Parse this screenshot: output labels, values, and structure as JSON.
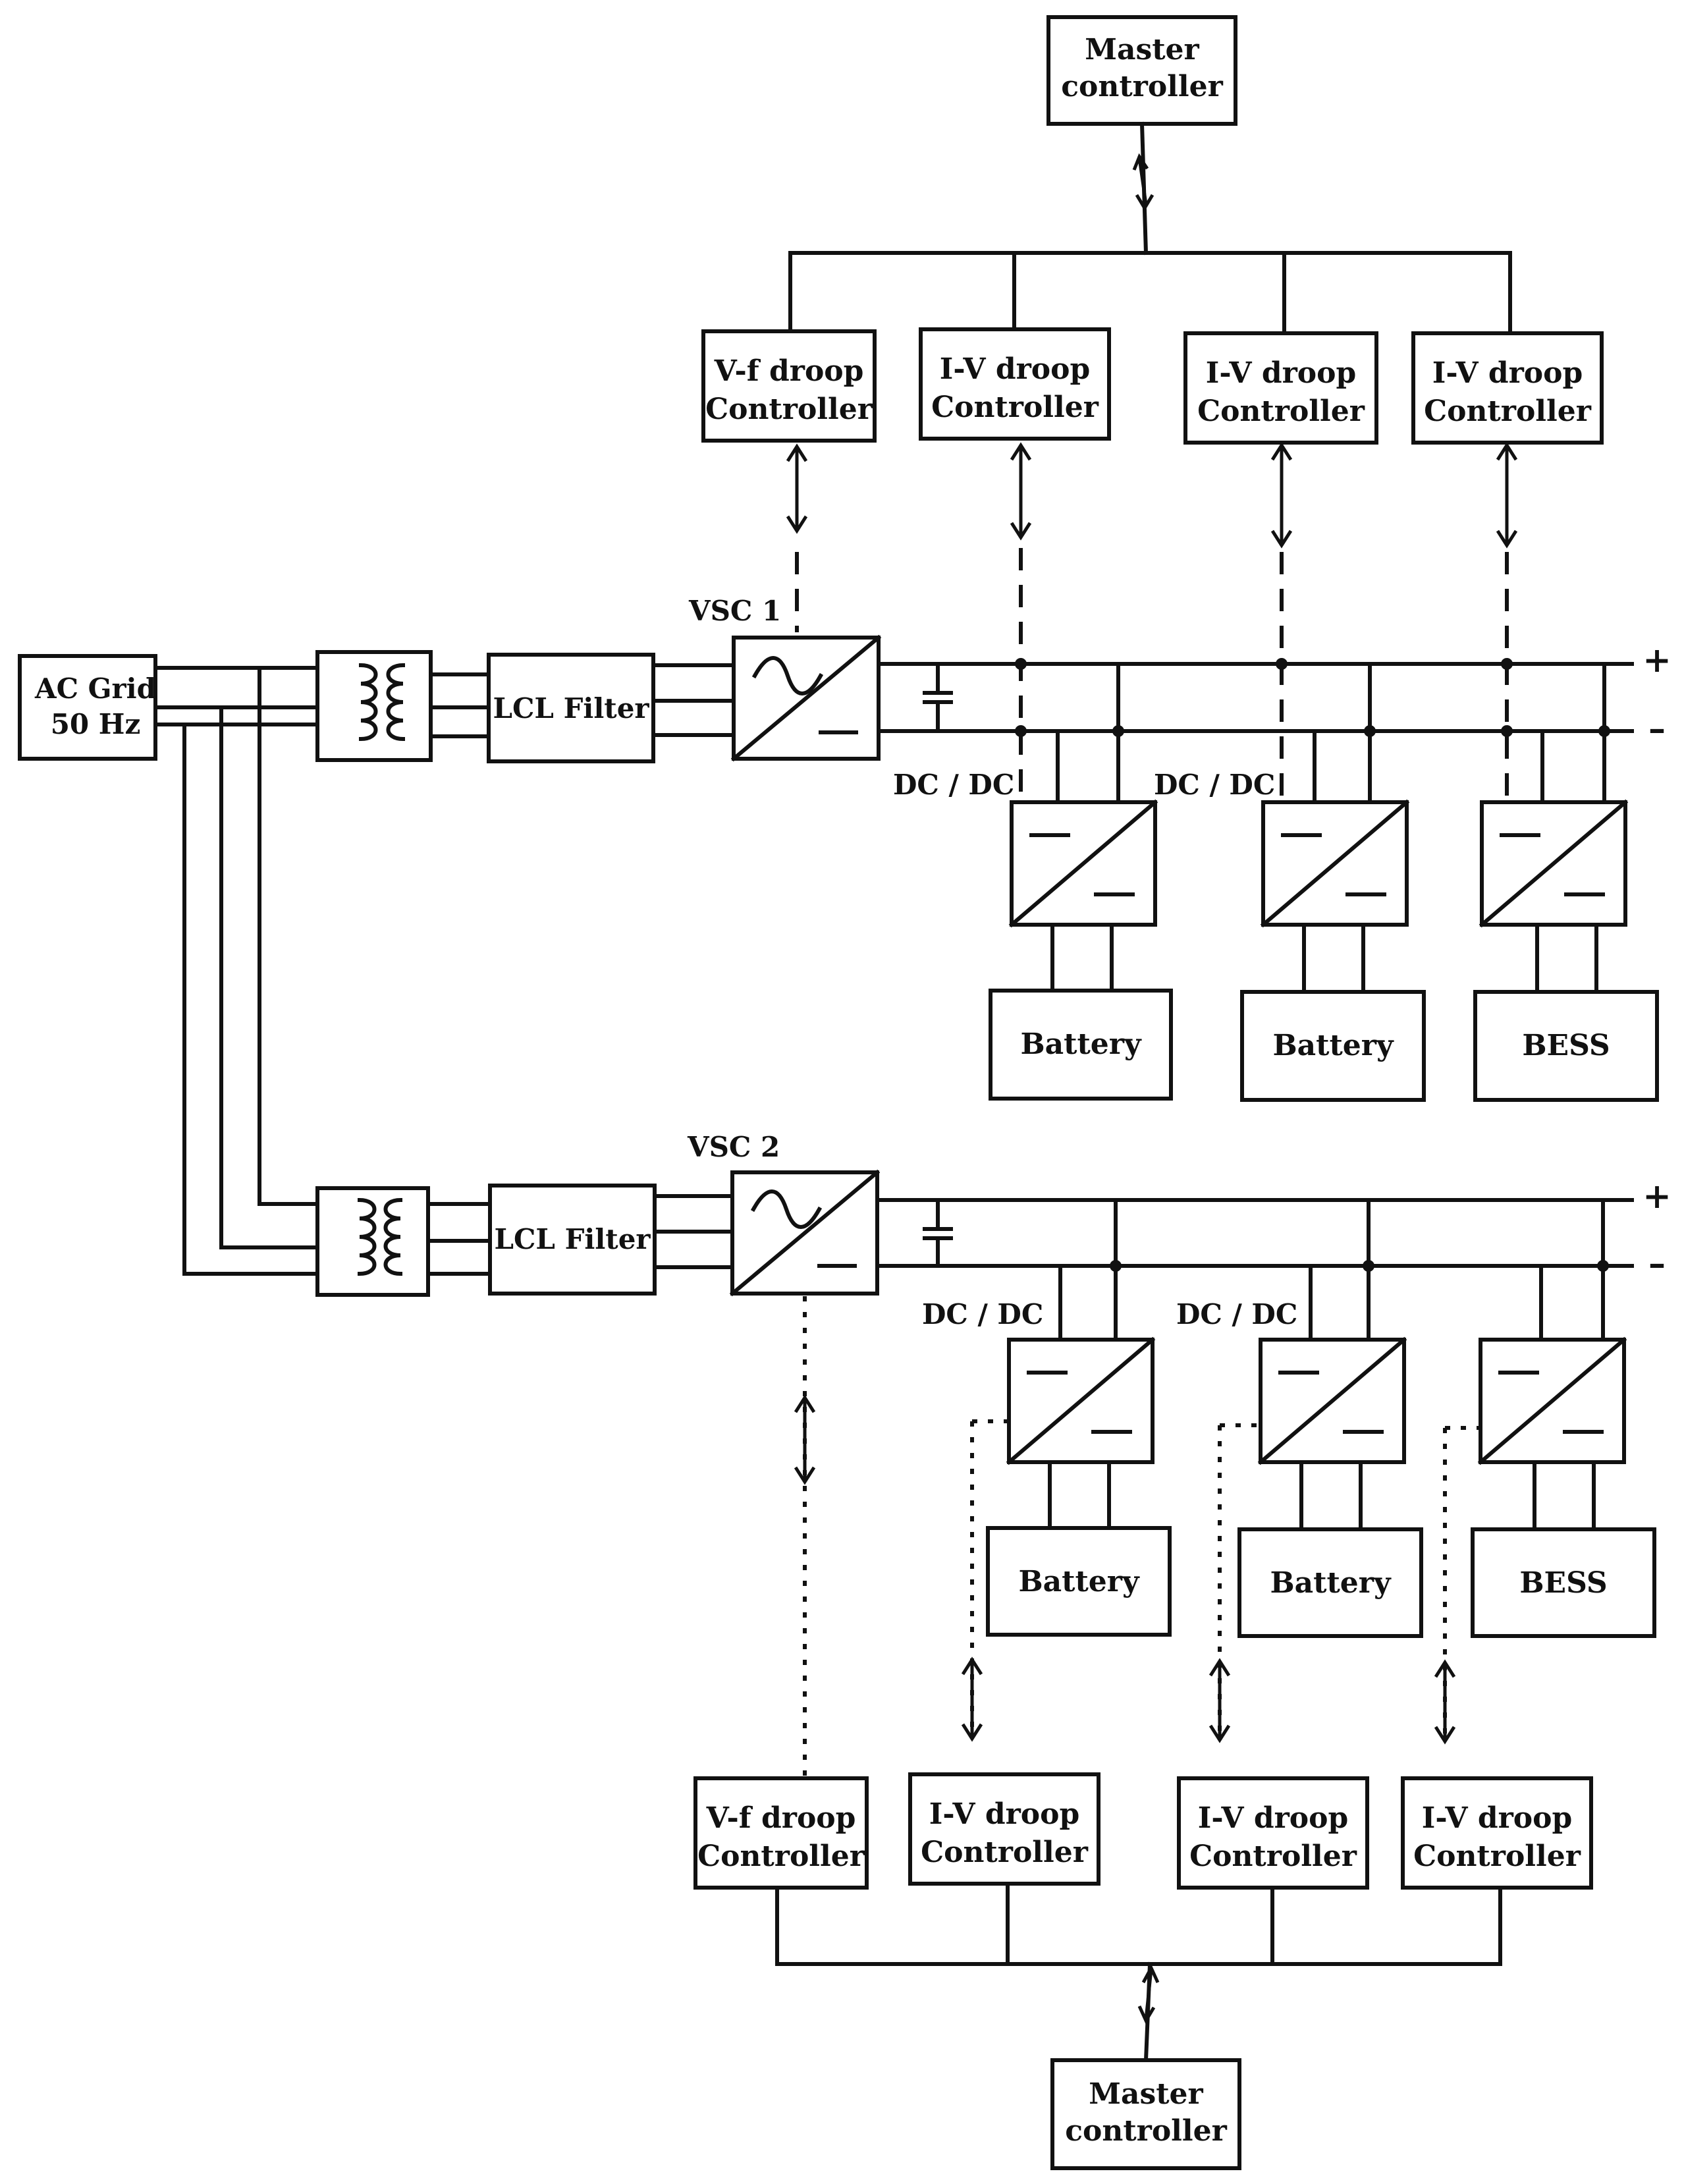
{
  "labels": {
    "master_top": [
      "Master",
      "controller"
    ],
    "master_bottom": [
      "Master",
      "controller"
    ],
    "ac_grid": [
      "AC Grid",
      "50 Hz"
    ],
    "lcl_filter_1": "LCL Filter",
    "lcl_filter_2": "LCL Filter",
    "vsc1": "VSC 1",
    "vsc2": "VSC 2",
    "plus": "+",
    "minus": "–",
    "dcdc": "DC / DC"
  },
  "controllers_top": [
    [
      "V-f droop",
      "Controller"
    ],
    [
      "I-V droop",
      "Controller"
    ],
    [
      "I-V droop",
      "Controller"
    ],
    [
      "I-V droop",
      "Controller"
    ]
  ],
  "controllers_bottom": [
    [
      "V-f droop",
      "Controller"
    ],
    [
      "I-V droop",
      "Controller"
    ],
    [
      "I-V droop",
      "Controller"
    ],
    [
      "I-V droop",
      "Controller"
    ]
  ],
  "storage_top": [
    "Battery",
    "Battery",
    "BESS"
  ],
  "storage_bottom": [
    "Battery",
    "Battery",
    "BESS"
  ]
}
